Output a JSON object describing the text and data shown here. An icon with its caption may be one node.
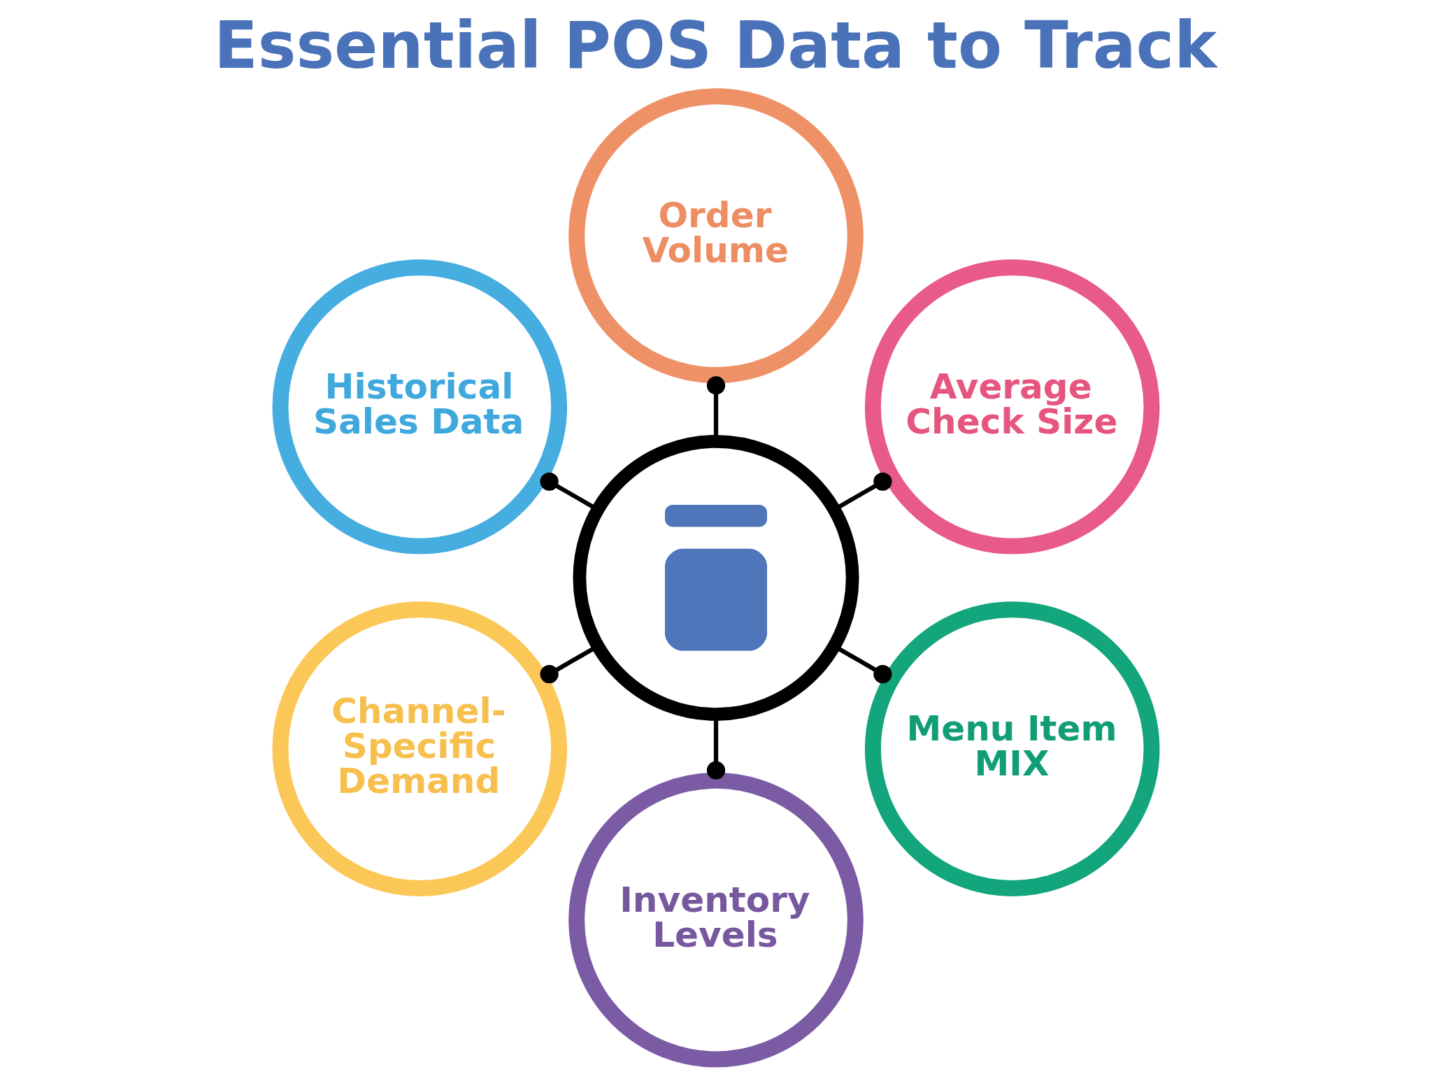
{
  "diagram": {
    "title": "Essential POS Data to Track",
    "nodes": [
      {
        "text": [
          "Order Volume"
        ]
      },
      {
        "text": [
          "Historical Sales Data"
        ]
      },
      {
        "text": [
          "Average Check Size"
        ]
      },
      {
        "text": [],
        "shape": "picture"
      },
      {
        "text": [
          "Channel-Specific Demand"
        ]
      },
      {
        "text": [
          "Menu Item MIX"
        ]
      },
      {
        "text": [
          "Inventory Levels"
        ]
      }
    ],
    "edges": [
      {
        "from": 3,
        "to": 2,
        "arrow": "other"
      },
      {
        "from": 3,
        "to": 0,
        "arrow": "other"
      },
      {
        "from": 3,
        "to": 1,
        "arrow": "other"
      },
      {
        "from": 3,
        "to": 4,
        "arrow": "other"
      },
      {
        "from": 3,
        "to": 6,
        "arrow": "other"
      },
      {
        "from": 3,
        "to": 5,
        "arrow": "other"
      }
    ]
  }
}
